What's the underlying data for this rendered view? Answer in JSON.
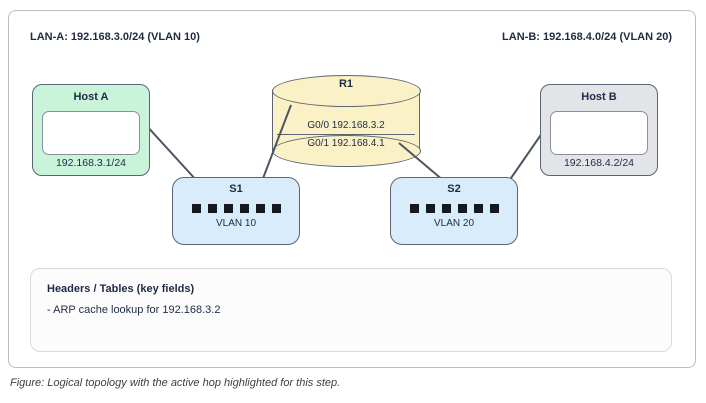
{
  "diagram": {
    "lan_a_label": "LAN-A: 192.168.3.0/24 (VLAN 10)",
    "lan_b_label": "LAN-B: 192.168.4.0/24 (VLAN 20)",
    "host_a": {
      "name": "Host A",
      "ip": "192.168.3.1/24"
    },
    "host_b": {
      "name": "Host B",
      "ip": "192.168.4.2/24"
    },
    "router_r1": {
      "name": "R1",
      "interface_g00": "G0/0 192.168.3.2",
      "interface_g01": "G0/1 192.168.4.1"
    },
    "switch_s1": {
      "name": "S1",
      "vlan": "VLAN 10"
    },
    "switch_s2": {
      "name": "S2",
      "vlan": "VLAN 20"
    }
  },
  "info_panel": {
    "title": "Headers / Tables (key fields)",
    "items": [
      "- ARP cache lookup for 192.168.3.2"
    ]
  },
  "caption": "Figure: Logical topology with the active hop highlighted for this step.",
  "colors": {
    "text": "#1f2a44",
    "host_a_fill": "#c9f4da",
    "host_b_fill": "#e3e4e8",
    "switch_fill": "#d9ecfb",
    "router_fill": "#faf1c6",
    "port_color": "#15181d",
    "line_color": "#4d5560"
  }
}
